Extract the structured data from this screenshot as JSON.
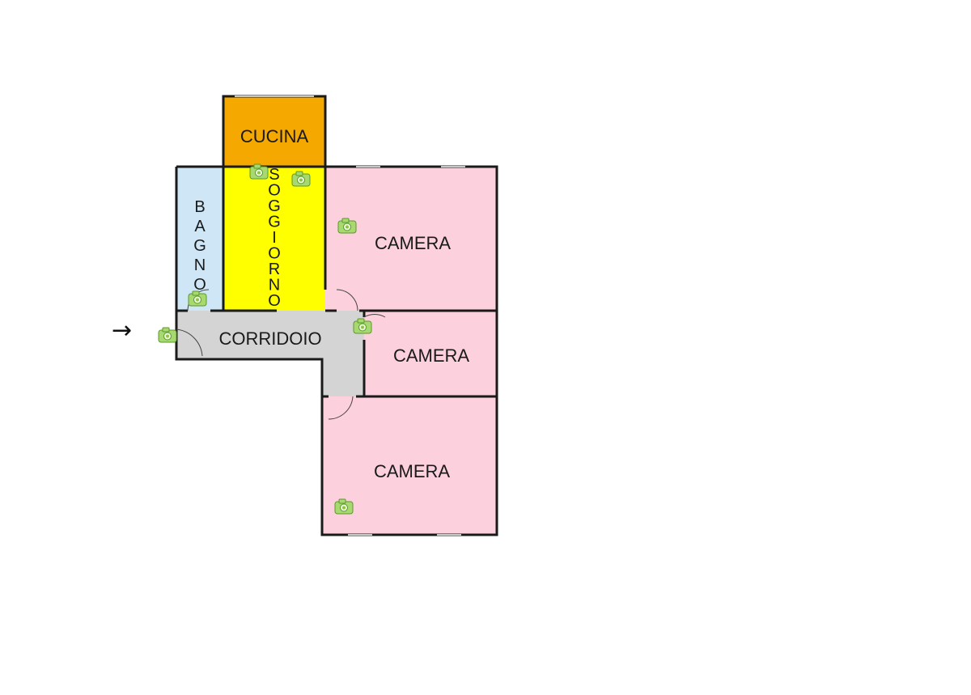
{
  "rooms": {
    "cucina": {
      "label": "CUCINA",
      "color": "#f5a800"
    },
    "soggiorno": {
      "label": "SOGGIORNO",
      "color": "#ffff00"
    },
    "bagno": {
      "label": "BAGNO",
      "color": "#cfe6f7"
    },
    "corridoio": {
      "label": "CORRIDOIO",
      "color": "#d4d4d4"
    },
    "camera_1": {
      "label": "CAMERA",
      "color": "#fcd0dc"
    },
    "camera_2": {
      "label": "CAMERA",
      "color": "#fcd0dc"
    },
    "camera_3": {
      "label": "CAMERA",
      "color": "#fcd0dc"
    }
  },
  "entrance_arrow": "→",
  "icons": {
    "camera_marker": "camera-icon",
    "camera_marker_color": "#8cc63f"
  },
  "colors": {
    "walls": "#1a1a1a",
    "background": "#ffffff"
  }
}
